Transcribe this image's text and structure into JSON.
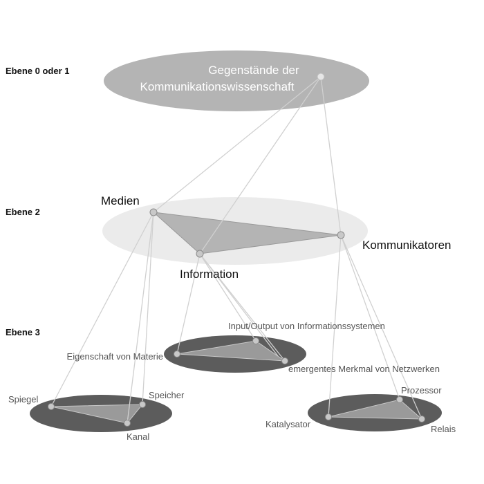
{
  "levels": {
    "level0": "Ebene 0 oder 1",
    "level2": "Ebene 2",
    "level3": "Ebene 3"
  },
  "top_node": {
    "line1": "Gegenstände der",
    "line2": "Kommunikationswissenschaft"
  },
  "level2_nodes": {
    "medien": "Medien",
    "information": "Information",
    "kommunikatoren": "Kommunikatoren"
  },
  "medien_children": {
    "spiegel": "Spiegel",
    "speicher": "Speicher",
    "kanal": "Kanal"
  },
  "information_children": {
    "eigenschaft": "Eigenschaft von Materie",
    "input_output": "Input/Output von Informationssystemen",
    "emergentes": "emergentes Merkmal von Netzwerken"
  },
  "kommunikatoren_children": {
    "katalysator": "Katalysator",
    "prozessor": "Prozessor",
    "relais": "Relais"
  },
  "colors": {
    "top_ellipse": "#b4b4b4",
    "level2_ellipse": "#ebebeb",
    "level2_triangle": "#b4b4b4",
    "level3_ellipse": "#5c5c5c",
    "level3_triangle": "#9a9a9a",
    "connector": "#d0d0d0",
    "node_fill": "#c8c8c8",
    "node_stroke": "#8a8a8a"
  }
}
